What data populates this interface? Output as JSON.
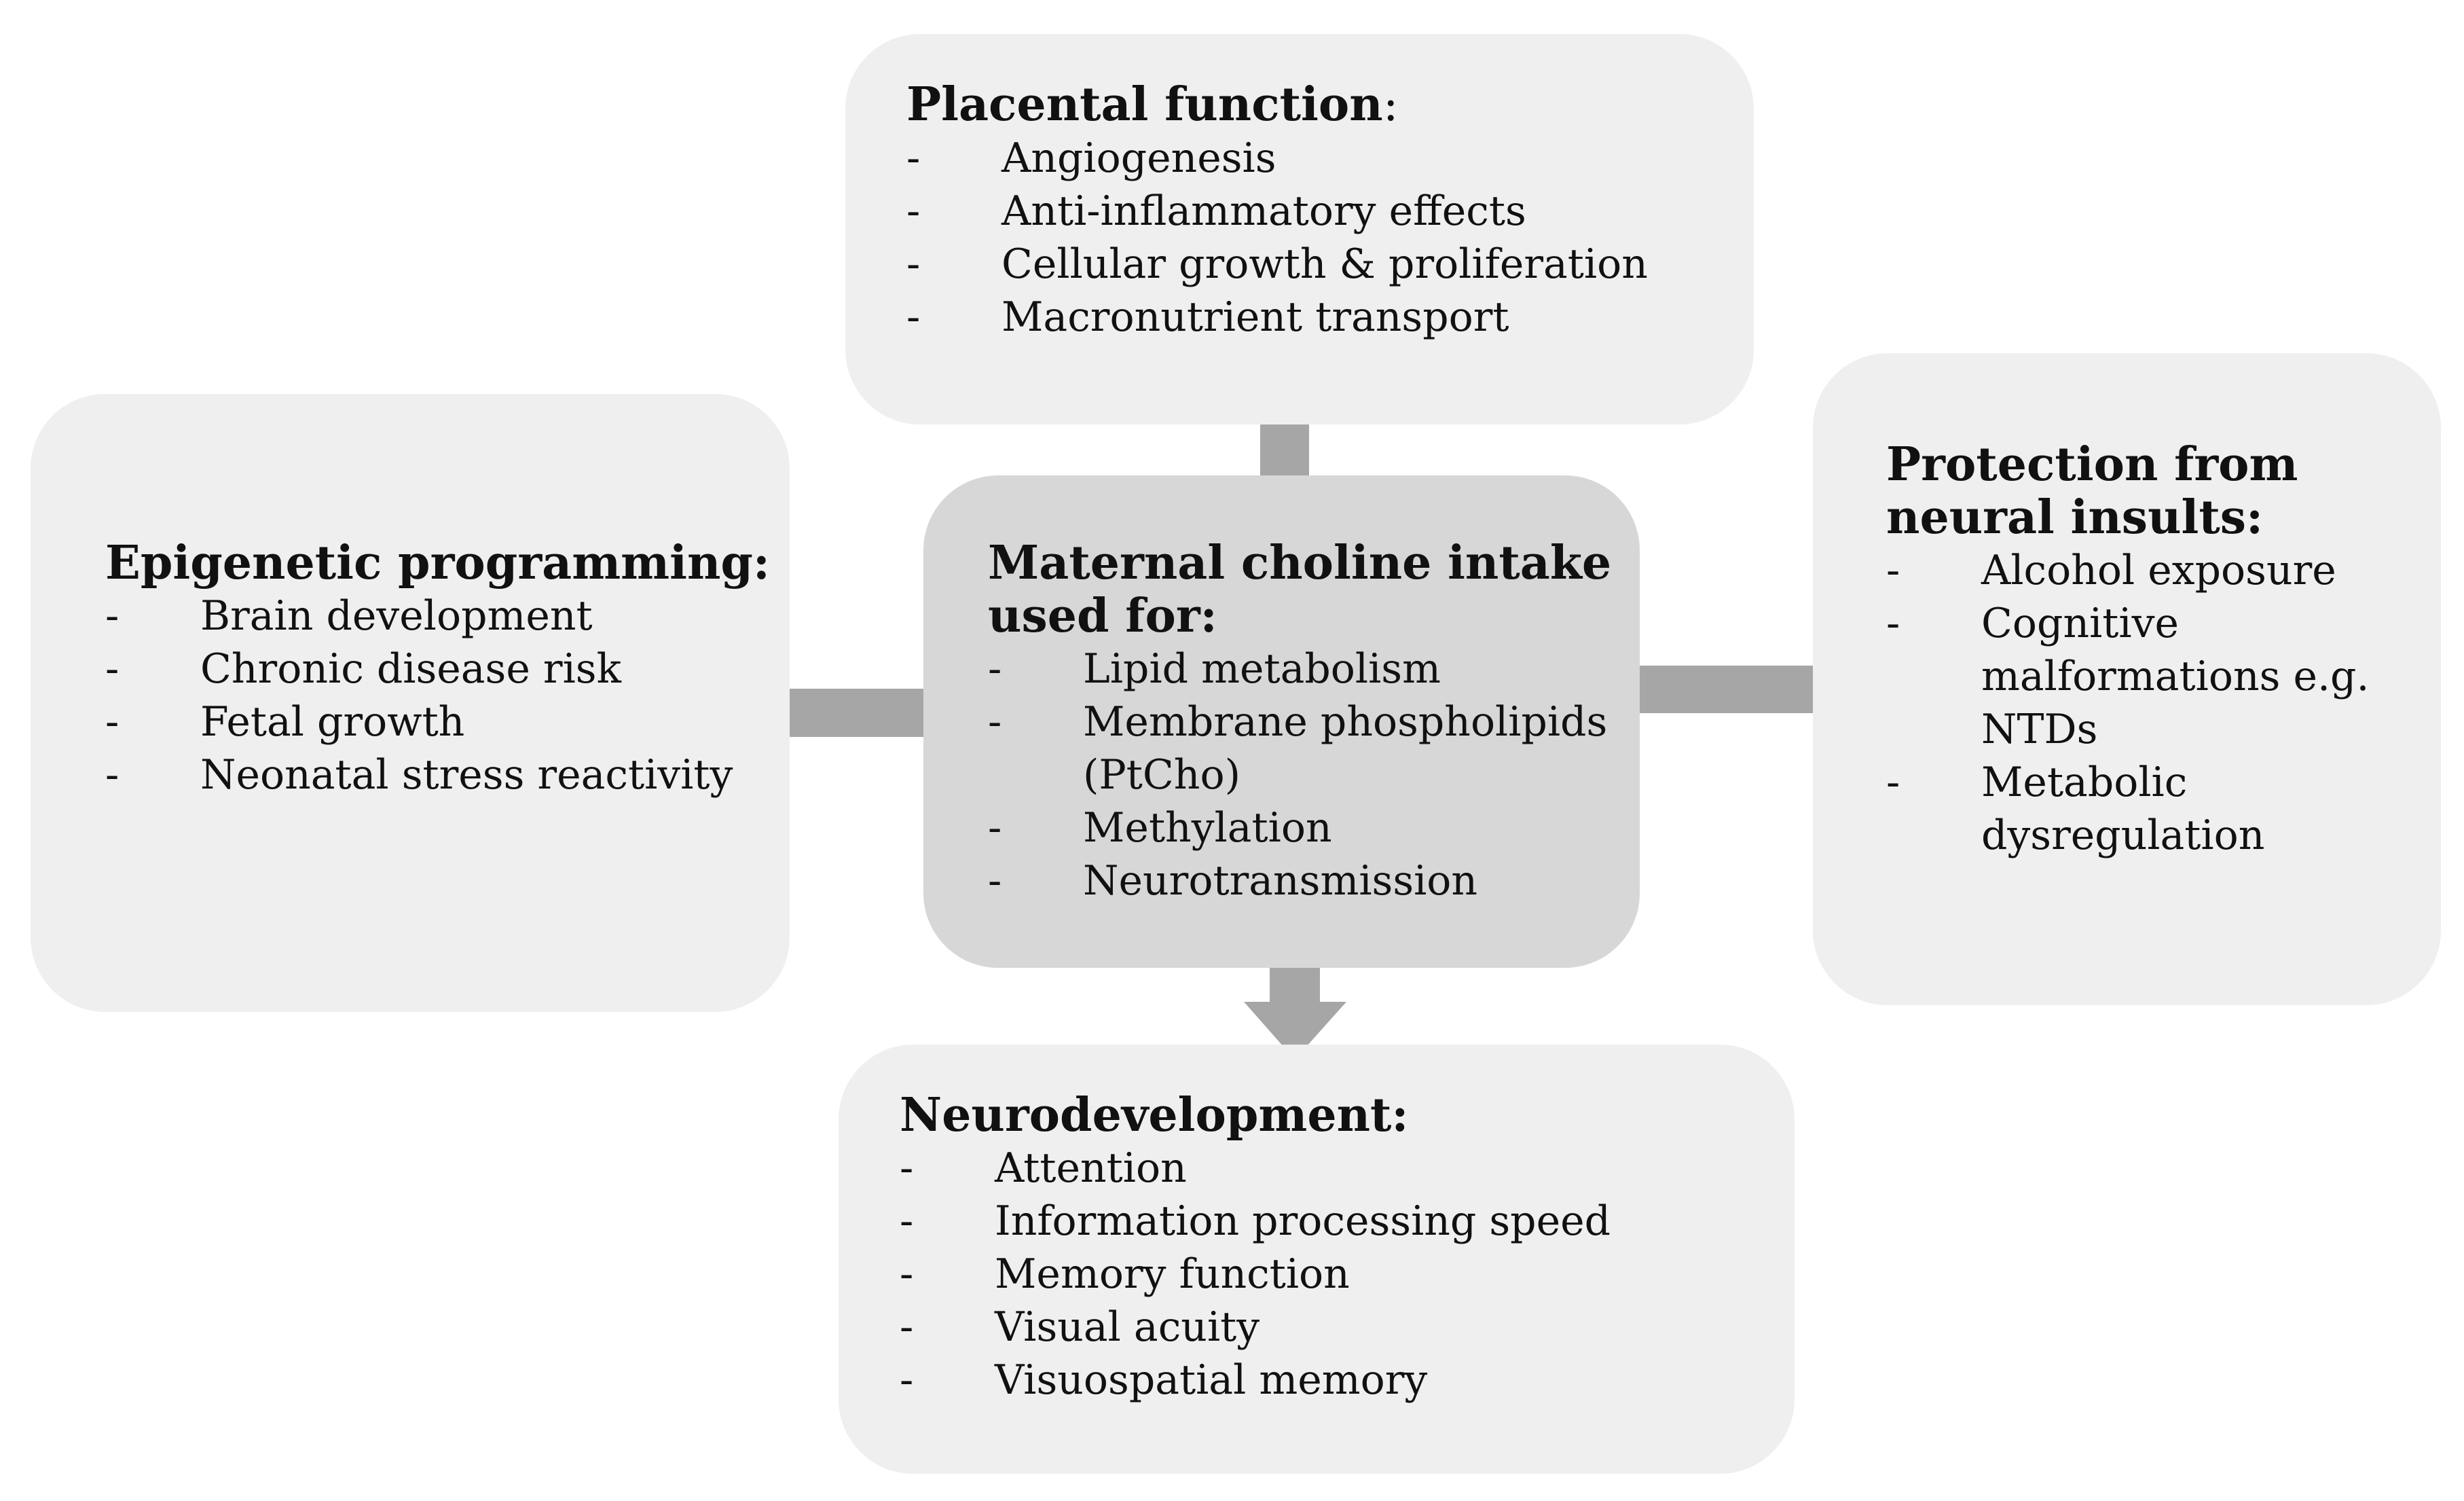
{
  "center": {
    "title": "Maternal choline intake\nused for:",
    "items": [
      "Lipid metabolism",
      "Membrane phospholipids\n(PtCho)",
      "Methylation",
      "Neurotransmission"
    ]
  },
  "placental": {
    "title": "Placental function",
    "colon": ":",
    "items": [
      "Angiogenesis",
      "Anti-inflammatory effects",
      "Cellular growth & proliferation",
      "Macronutrient transport"
    ]
  },
  "epigenetic": {
    "title": "Epigenetic programming:",
    "items": [
      "Brain development",
      "Chronic disease risk",
      "Fetal growth",
      "Neonatal stress reactivity"
    ]
  },
  "protection": {
    "title": "Protection from\nneural insults:",
    "items": [
      "Alcohol exposure",
      "Cognitive\nmalformations e.g.\nNTDs",
      "Metabolic\ndysregulation"
    ]
  },
  "neuro": {
    "title": "Neurodevelopment:",
    "items": [
      "Attention",
      "Information processing speed",
      "Memory function",
      "Visual acuity",
      "Visuospatial memory"
    ]
  },
  "colors": {
    "box": "#efefef",
    "center_box": "#d8d7d8",
    "arrow": "#a6a6a6"
  }
}
